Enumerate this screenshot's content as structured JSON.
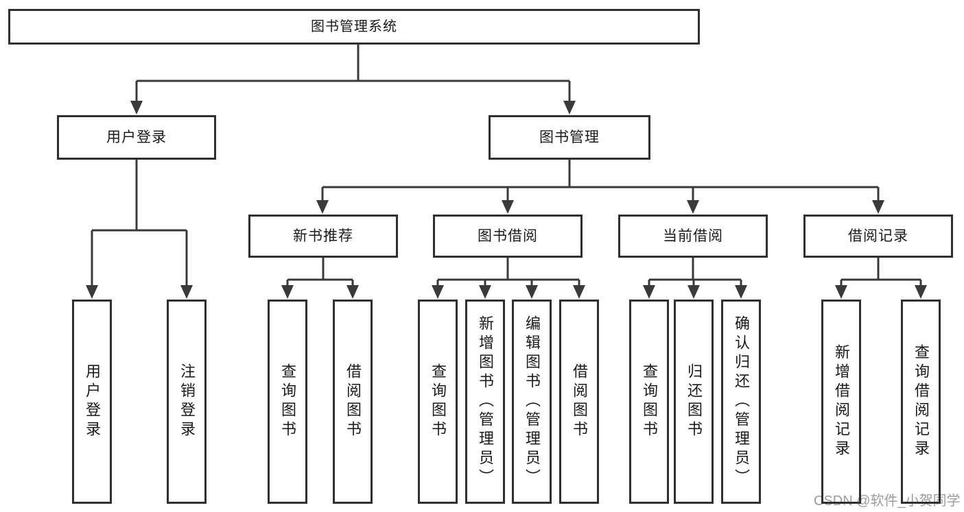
{
  "diagram": {
    "watermark": "CSDN @软件_小贺同学",
    "colors": {
      "line": "#3a3a3a",
      "box_border": "#303030",
      "text": "#1a1a1a",
      "watermark_text": "#9c9c9c",
      "background": "#ffffff"
    },
    "tree": {
      "label": "图书管理系统",
      "children": [
        {
          "label": "用户登录",
          "children": [
            {
              "label": "用户登录"
            },
            {
              "label": "注销登录"
            }
          ]
        },
        {
          "label": "图书管理",
          "children": [
            {
              "label": "新书推荐",
              "children": [
                {
                  "label": "查询图书"
                },
                {
                  "label": "借阅图书"
                }
              ]
            },
            {
              "label": "图书借阅",
              "children": [
                {
                  "label": "查询图书"
                },
                {
                  "label": "新增图书（管理员）"
                },
                {
                  "label": "编辑图书（管理员）"
                },
                {
                  "label": "借阅图书"
                }
              ]
            },
            {
              "label": "当前借阅",
              "children": [
                {
                  "label": "查询图书"
                },
                {
                  "label": "归还图书"
                },
                {
                  "label": "确认归还（管理员）"
                }
              ]
            },
            {
              "label": "借阅记录",
              "children": [
                {
                  "label": "新增借阅记录"
                },
                {
                  "label": "查询借阅记录"
                }
              ]
            }
          ]
        }
      ]
    }
  }
}
